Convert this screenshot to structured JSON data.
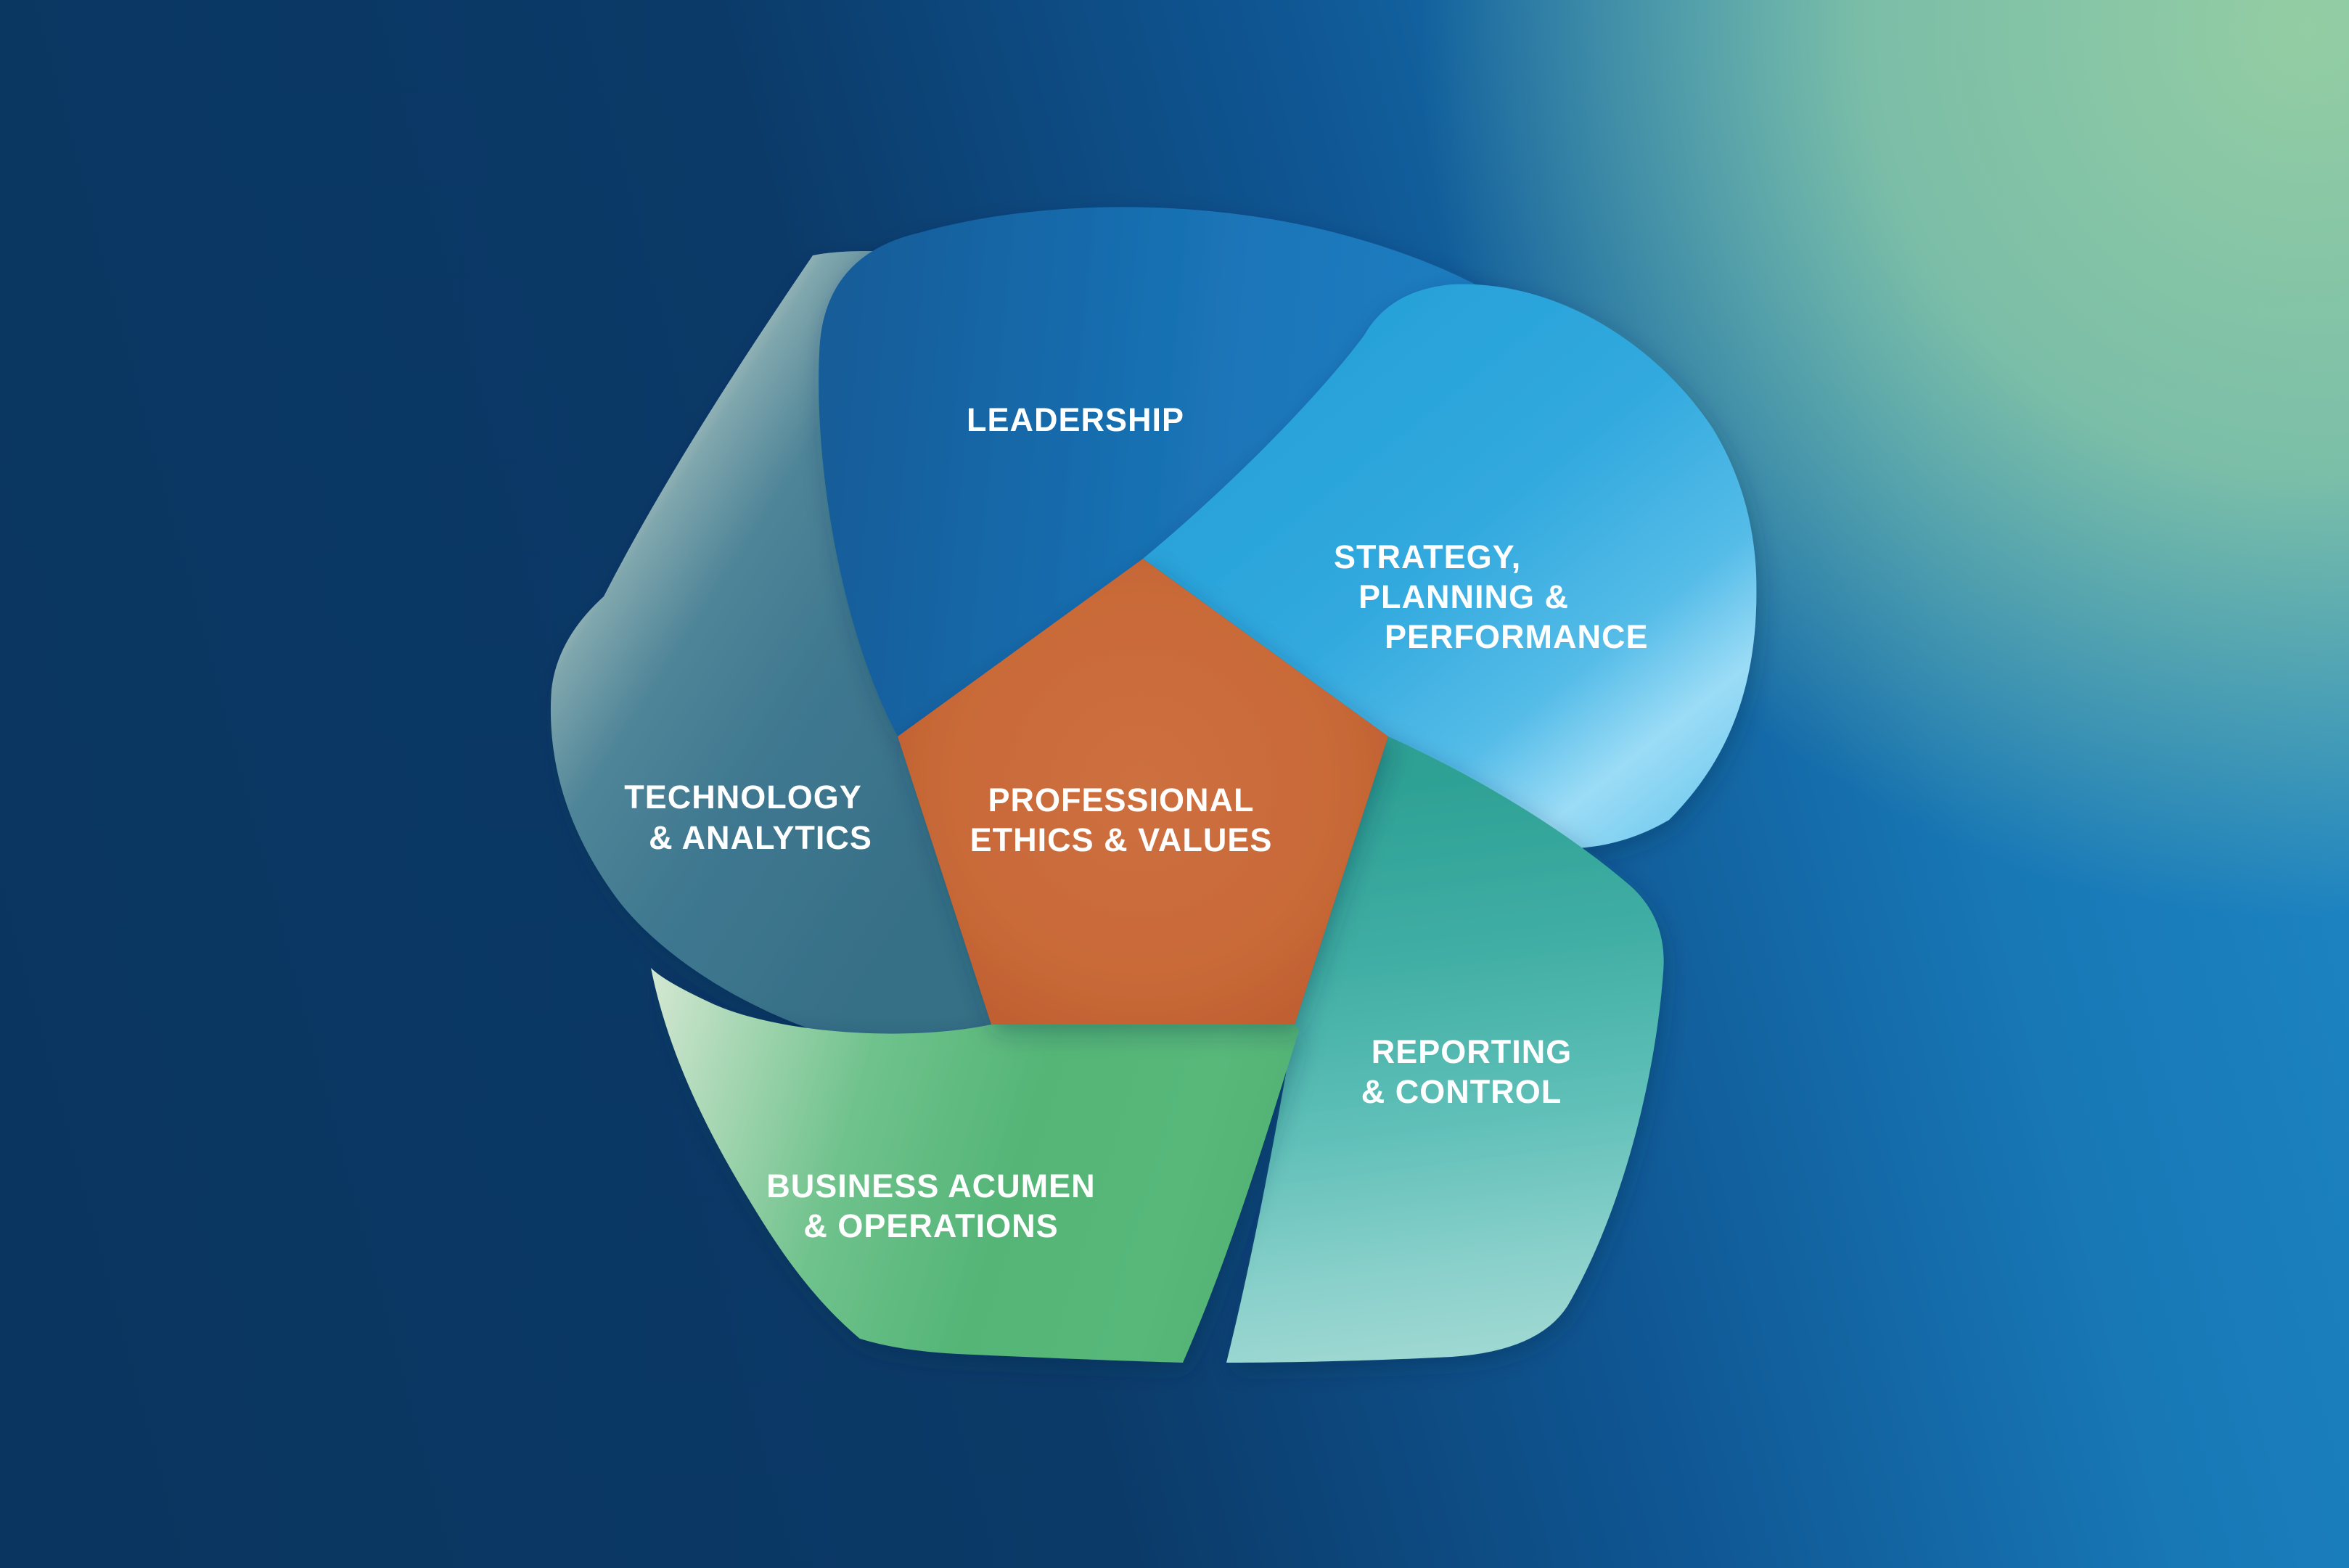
{
  "diagram": {
    "type": "pentagon-pinwheel-framework",
    "center_label": {
      "lines": [
        "PROFESSIONAL",
        "ETHICS & VALUES"
      ],
      "color": "#c96a39",
      "text_color": "#ffffff"
    },
    "segments": [
      {
        "id": "leadership",
        "label_lines": [
          "LEADERSHIP"
        ],
        "color": "#1b74b8",
        "position": "top"
      },
      {
        "id": "strategy",
        "label_lines": [
          "STRATEGY,",
          "PLANNING &",
          "PERFORMANCE"
        ],
        "color": "#2fa9df",
        "position": "upper-right"
      },
      {
        "id": "reporting",
        "label_lines": [
          "REPORTING",
          "& CONTROL"
        ],
        "color": "#4db5ab",
        "position": "lower-right"
      },
      {
        "id": "business",
        "label_lines": [
          "BUSINESS ACUMEN",
          "& OPERATIONS"
        ],
        "color": "#57ba7c",
        "position": "bottom-left"
      },
      {
        "id": "technology",
        "label_lines": [
          "TECHNOLOGY",
          "& ANALYTICS"
        ],
        "color": "#457e94",
        "position": "left"
      }
    ],
    "background": {
      "navy": "#0a3560",
      "blue": "#1e86c4",
      "green": "#8cc9a4"
    }
  }
}
